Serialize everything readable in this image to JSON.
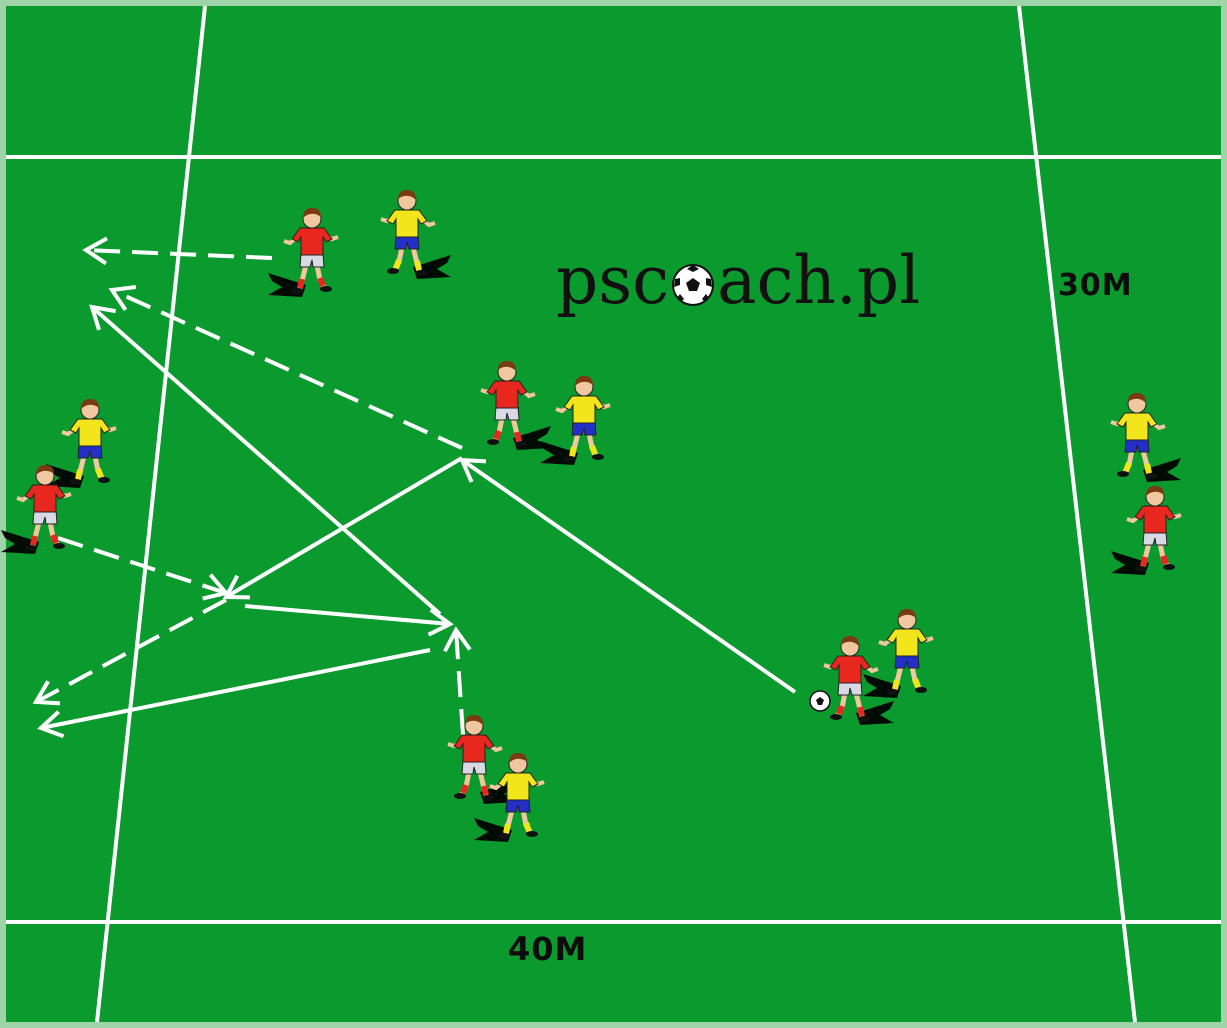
{
  "watermark": {
    "before": "psc",
    "after": "ach.pl"
  },
  "labels": {
    "width": "40M",
    "height": "30M"
  },
  "colors": {
    "pitch": "#0a9a2e",
    "pitch_border": "#9fd3a8",
    "lines": "#ffffff",
    "team_red": "#e8281e",
    "team_yellow": "#f2e51c",
    "shorts_red_team": "#d9d9e6",
    "shorts_yellow_team": "#2230c8"
  },
  "players": [
    {
      "team": "red",
      "label": "red-player"
    },
    {
      "team": "yellow",
      "label": "yellow-player"
    },
    {
      "team": "red",
      "label": "red-player"
    },
    {
      "team": "yellow",
      "label": "yellow-player"
    },
    {
      "team": "yellow",
      "label": "yellow-player"
    },
    {
      "team": "red",
      "label": "red-player"
    },
    {
      "team": "red",
      "label": "red-player"
    },
    {
      "team": "yellow",
      "label": "yellow-player"
    },
    {
      "team": "red",
      "label": "red-player-with-ball"
    },
    {
      "team": "yellow",
      "label": "yellow-player"
    },
    {
      "team": "yellow",
      "label": "yellow-player"
    },
    {
      "team": "red",
      "label": "red-player"
    }
  ],
  "movements": [
    {
      "style": "solid",
      "kind": "pass"
    },
    {
      "style": "dashed",
      "kind": "run"
    },
    {
      "style": "dashed",
      "kind": "run"
    },
    {
      "style": "solid",
      "kind": "pass"
    },
    {
      "style": "solid",
      "kind": "pass"
    },
    {
      "style": "dashed",
      "kind": "run"
    },
    {
      "style": "solid",
      "kind": "pass"
    },
    {
      "style": "dashed",
      "kind": "run"
    },
    {
      "style": "solid",
      "kind": "pass"
    },
    {
      "style": "dashed",
      "kind": "run"
    }
  ]
}
